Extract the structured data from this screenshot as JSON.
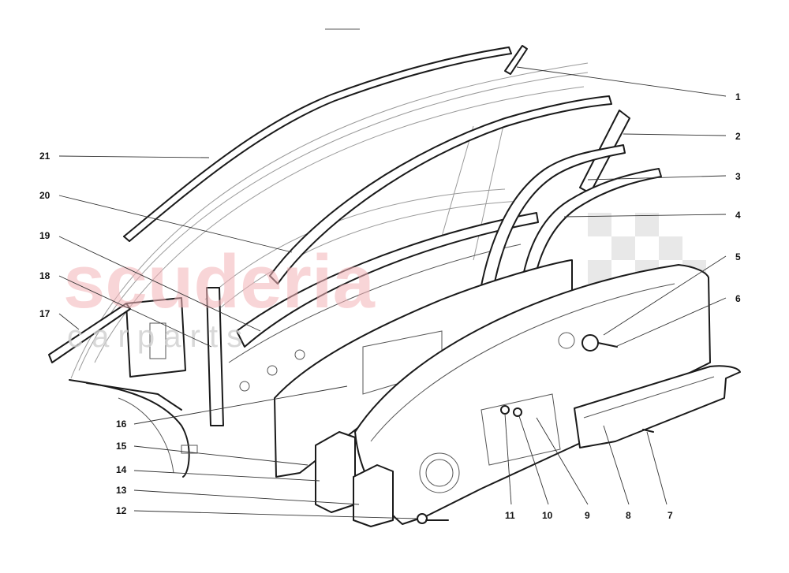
{
  "watermark": {
    "brand": "scuderia",
    "sub": "c a r p a r t s"
  },
  "callouts": [
    {
      "id": "1",
      "label": "1"
    },
    {
      "id": "2",
      "label": "2"
    },
    {
      "id": "3",
      "label": "3"
    },
    {
      "id": "4",
      "label": "4"
    },
    {
      "id": "5",
      "label": "5"
    },
    {
      "id": "6",
      "label": "6"
    },
    {
      "id": "7",
      "label": "7"
    },
    {
      "id": "8",
      "label": "8"
    },
    {
      "id": "9",
      "label": "9"
    },
    {
      "id": "10",
      "label": "10"
    },
    {
      "id": "11",
      "label": "11"
    },
    {
      "id": "12",
      "label": "12"
    },
    {
      "id": "13",
      "label": "13"
    },
    {
      "id": "14",
      "label": "14"
    },
    {
      "id": "15",
      "label": "15"
    },
    {
      "id": "16",
      "label": "16"
    },
    {
      "id": "17",
      "label": "17"
    },
    {
      "id": "18",
      "label": "18"
    },
    {
      "id": "19",
      "label": "19"
    },
    {
      "id": "20",
      "label": "20"
    },
    {
      "id": "21",
      "label": "21"
    }
  ]
}
